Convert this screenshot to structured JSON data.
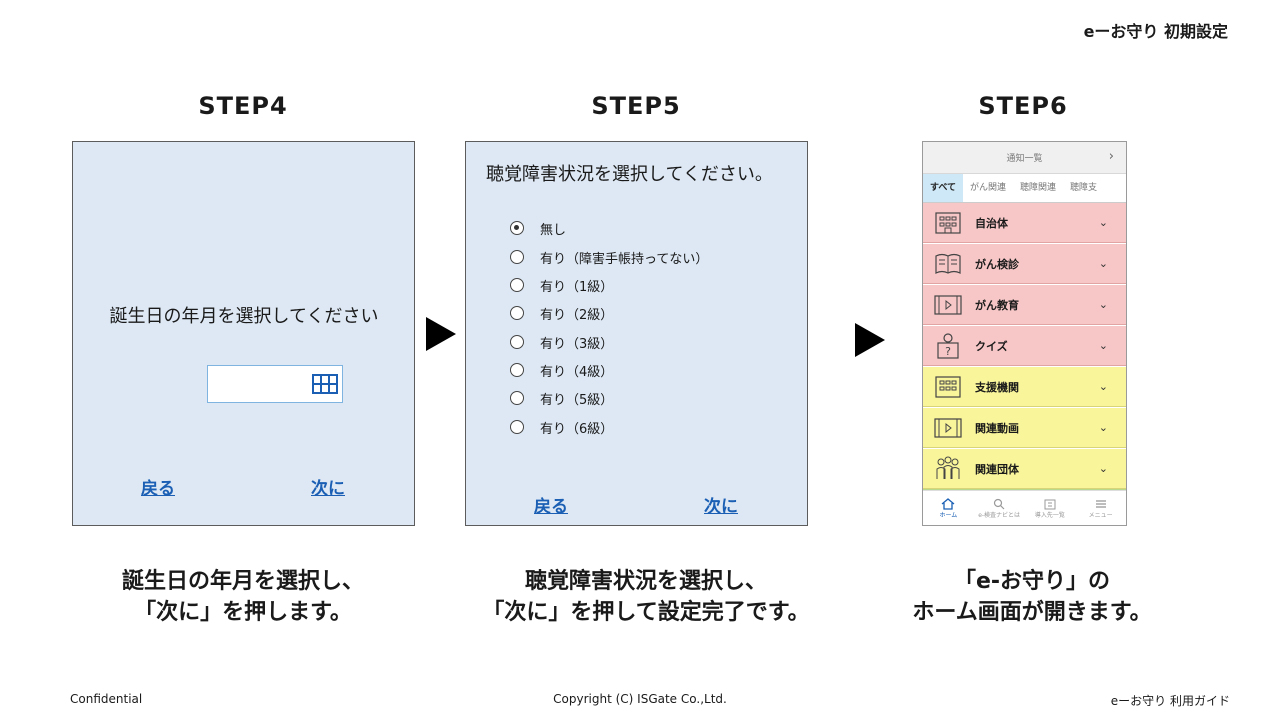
{
  "header": {
    "title": "eーお守り 初期設定"
  },
  "steps": [
    {
      "label": "STEP4"
    },
    {
      "label": "STEP5"
    },
    {
      "label": "STEP6"
    }
  ],
  "step4": {
    "prompt": "誕生日の年月を選択してください",
    "back": "戻る",
    "next": "次に"
  },
  "step5": {
    "prompt": "聴覚障害状況を選択してください。",
    "options": [
      "無し",
      "有り（障害手帳持ってない）",
      "有り（1級）",
      "有り（2級）",
      "有り（3級）",
      "有り（4級）",
      "有り（5級）",
      "有り（6級）"
    ],
    "selected": "無し",
    "back": "戻る",
    "next": "次に"
  },
  "step6": {
    "notification": "通知一覧",
    "tabs": [
      "すべて",
      "がん関連",
      "聴障関連",
      "聴障支"
    ],
    "categories": [
      {
        "label": "自治体",
        "icon": "building-icon",
        "color": "pink"
      },
      {
        "label": "がん検診",
        "icon": "book-icon",
        "color": "pink"
      },
      {
        "label": "がん教育",
        "icon": "film-icon",
        "color": "pink"
      },
      {
        "label": "クイズ",
        "icon": "quiz-icon",
        "color": "pink"
      },
      {
        "label": "支援機関",
        "icon": "building-icon",
        "color": "yellow"
      },
      {
        "label": "関連動画",
        "icon": "film-icon",
        "color": "yellow"
      },
      {
        "label": "関連団体",
        "icon": "people-icon",
        "color": "yellow"
      }
    ],
    "nav": [
      "ホーム",
      "e-検査ナビとは",
      "導入先一覧",
      "メニュー"
    ]
  },
  "captions": [
    {
      "line1": "誕生日の年月を選択し、",
      "line2": "「次に」を押します。"
    },
    {
      "line1": "聴覚障害状況を選択し、",
      "line2": "「次に」を押して設定完了です。"
    },
    {
      "line1": "「e-お守り」の",
      "line2": "ホーム画面が開きます。"
    }
  ],
  "footer": {
    "left": "Confidential",
    "center": "Copyright (C) ISGate Co.,Ltd.",
    "right": "eーお守り 利用ガイド"
  },
  "colors": {
    "panel": "#dde8f4",
    "link": "#1a5fb4",
    "pink": "#f7c7c7",
    "yellow": "#f9f59b",
    "tab_active": "#cfe8f7"
  }
}
